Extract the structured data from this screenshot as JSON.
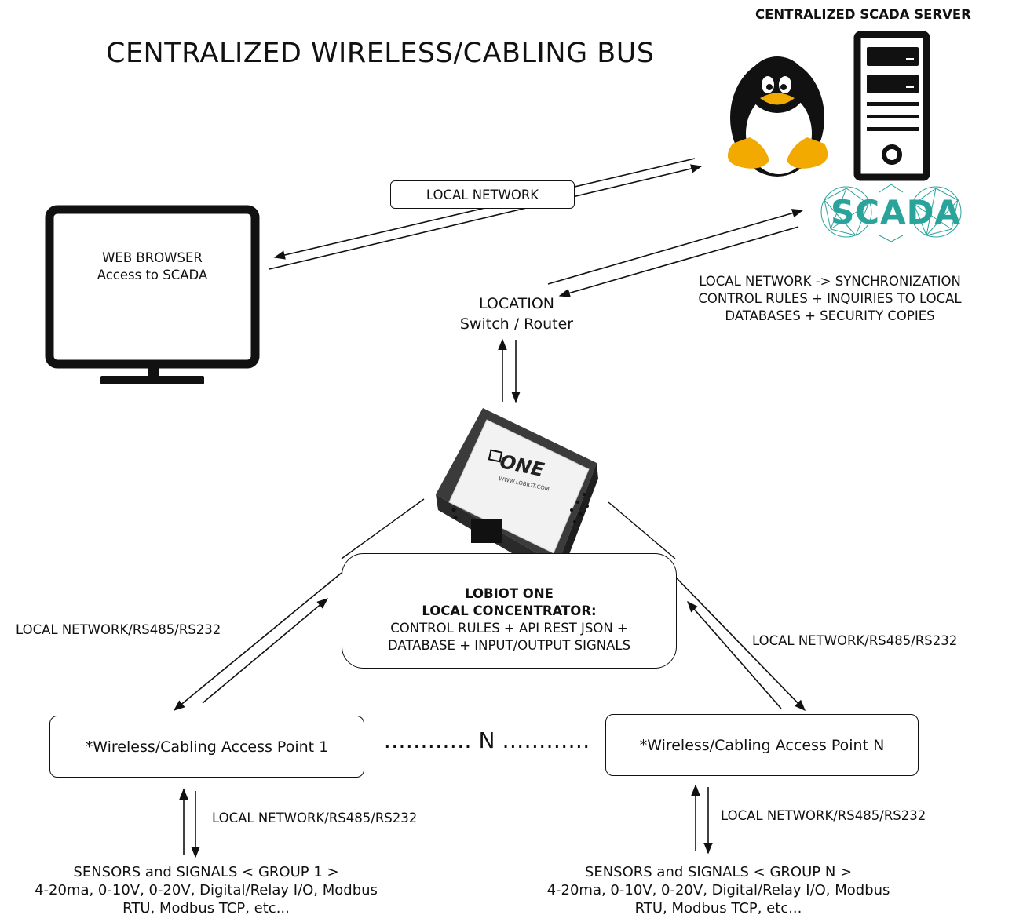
{
  "title": "CENTRALIZED WIRELESS/CABLING BUS",
  "server": {
    "label": "CENTRALIZED SCADA SERVER",
    "scada_logo_text": "SCADA",
    "logo_color": "#2aa39a"
  },
  "browser": {
    "line1": "WEB BROWSER",
    "line2": "Access to SCADA"
  },
  "links": {
    "browser_server": "LOCAL NETWORK",
    "router_server": [
      "LOCAL NETWORK -> SYNCHRONIZATION",
      "CONTROL RULES + INQUIRIES TO LOCAL",
      "DATABASES + SECURITY COPIES"
    ],
    "concentrator_ap_left": "LOCAL NETWORK/RS485/RS232",
    "concentrator_ap_right": "LOCAL NETWORK/RS485/RS232",
    "ap1_sensors": "LOCAL NETWORK/RS485/RS232",
    "apn_sensors": "LOCAL NETWORK/RS485/RS232"
  },
  "router": {
    "line1": "LOCATION",
    "line2": "Switch / Router"
  },
  "device": {
    "brand": "ONE",
    "url": "WWW.LOBIOT.COM"
  },
  "concentrator": {
    "line1": "LOBIOT ONE",
    "line2": "LOCAL CONCENTRATOR:",
    "line3": "CONTROL RULES + API REST JSON +",
    "line4": "DATABASE + INPUT/OUTPUT SIGNALS"
  },
  "access_points": {
    "ap1": "*Wireless/Cabling Access Point 1",
    "apn": "*Wireless/Cabling Access Point N",
    "between": "………… N …………"
  },
  "sensors": {
    "group1": [
      "SENSORS and SIGNALS < GROUP 1 >",
      "4-20ma, 0-10V, 0-20V, Digital/Relay I/O, Modbus",
      "RTU, Modbus TCP, etc..."
    ],
    "groupN": [
      "SENSORS and SIGNALS < GROUP N >",
      "4-20ma, 0-10V, 0-20V, Digital/Relay I/O, Modbus",
      "RTU, Modbus TCP, etc..."
    ]
  }
}
